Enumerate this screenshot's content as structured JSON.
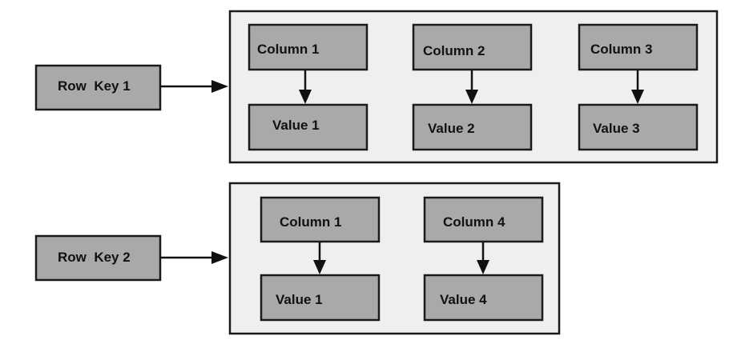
{
  "rows": [
    {
      "key_label": "Row  Key 1",
      "columns": [
        {
          "column": "Column 1",
          "value": "Value 1"
        },
        {
          "column": "Column 2",
          "value": "Value 2"
        },
        {
          "column": "Column 3",
          "value": "Value 3"
        }
      ]
    },
    {
      "key_label": "Row  Key 2",
      "columns": [
        {
          "column": "Column 1",
          "value": "Value 1"
        },
        {
          "column": "Column 4",
          "value": "Value 4"
        }
      ]
    }
  ]
}
